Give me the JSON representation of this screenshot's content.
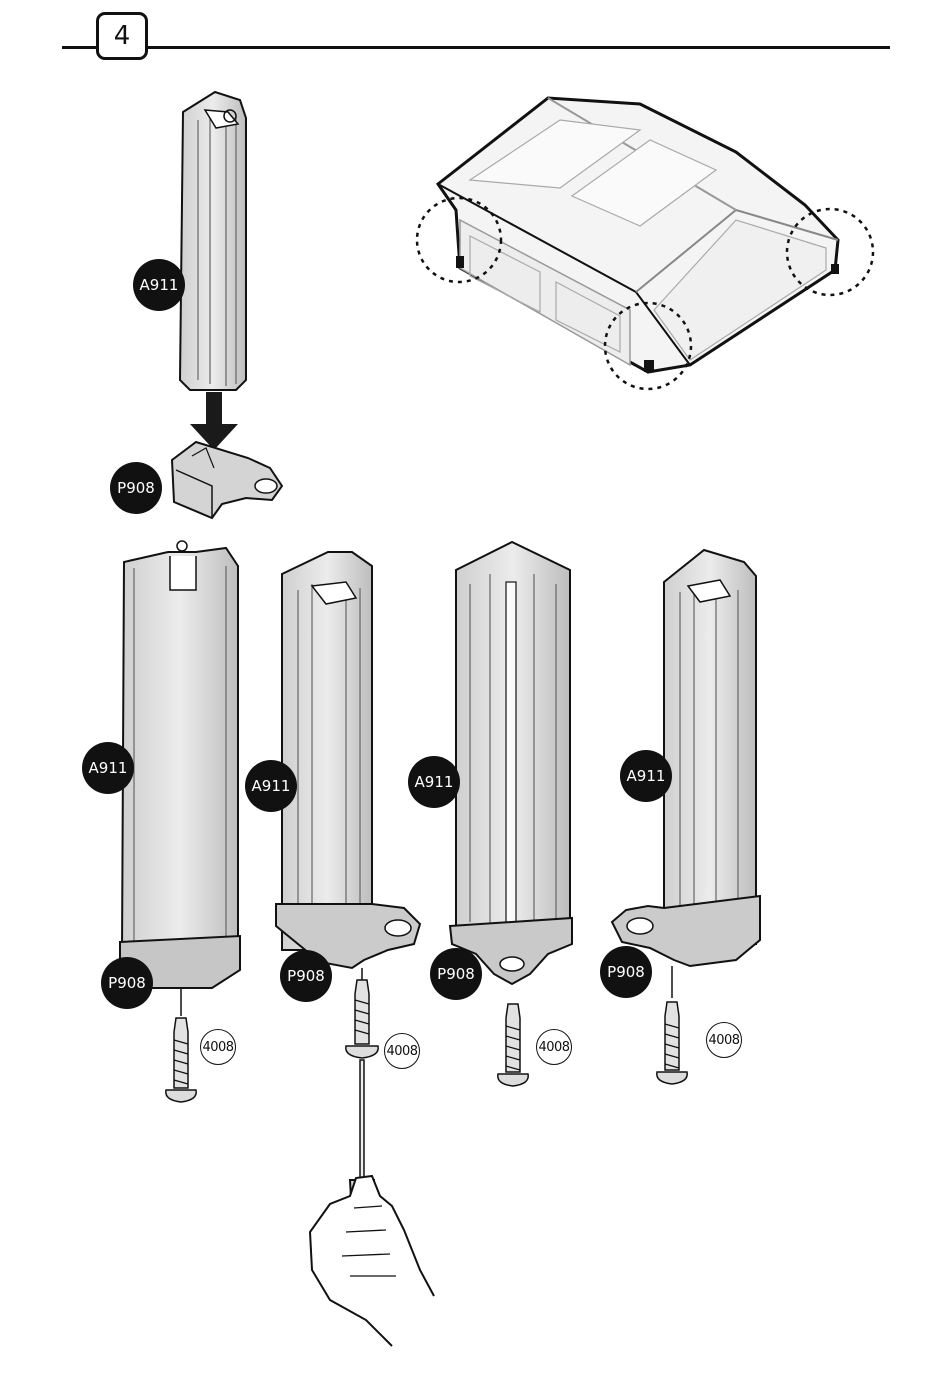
{
  "step": {
    "number": "4"
  },
  "labels": {
    "upright": "A911",
    "base": "P908",
    "screw": "4008"
  },
  "colors": {
    "ink": "#111111",
    "part_fill": "#e6e6e6",
    "part_shade": "#c9c9c9",
    "arrow": "#1a1a1a"
  },
  "icons": [
    "down-arrow-icon",
    "screwdriver-icon",
    "hand-icon",
    "detail-circle-icon"
  ]
}
